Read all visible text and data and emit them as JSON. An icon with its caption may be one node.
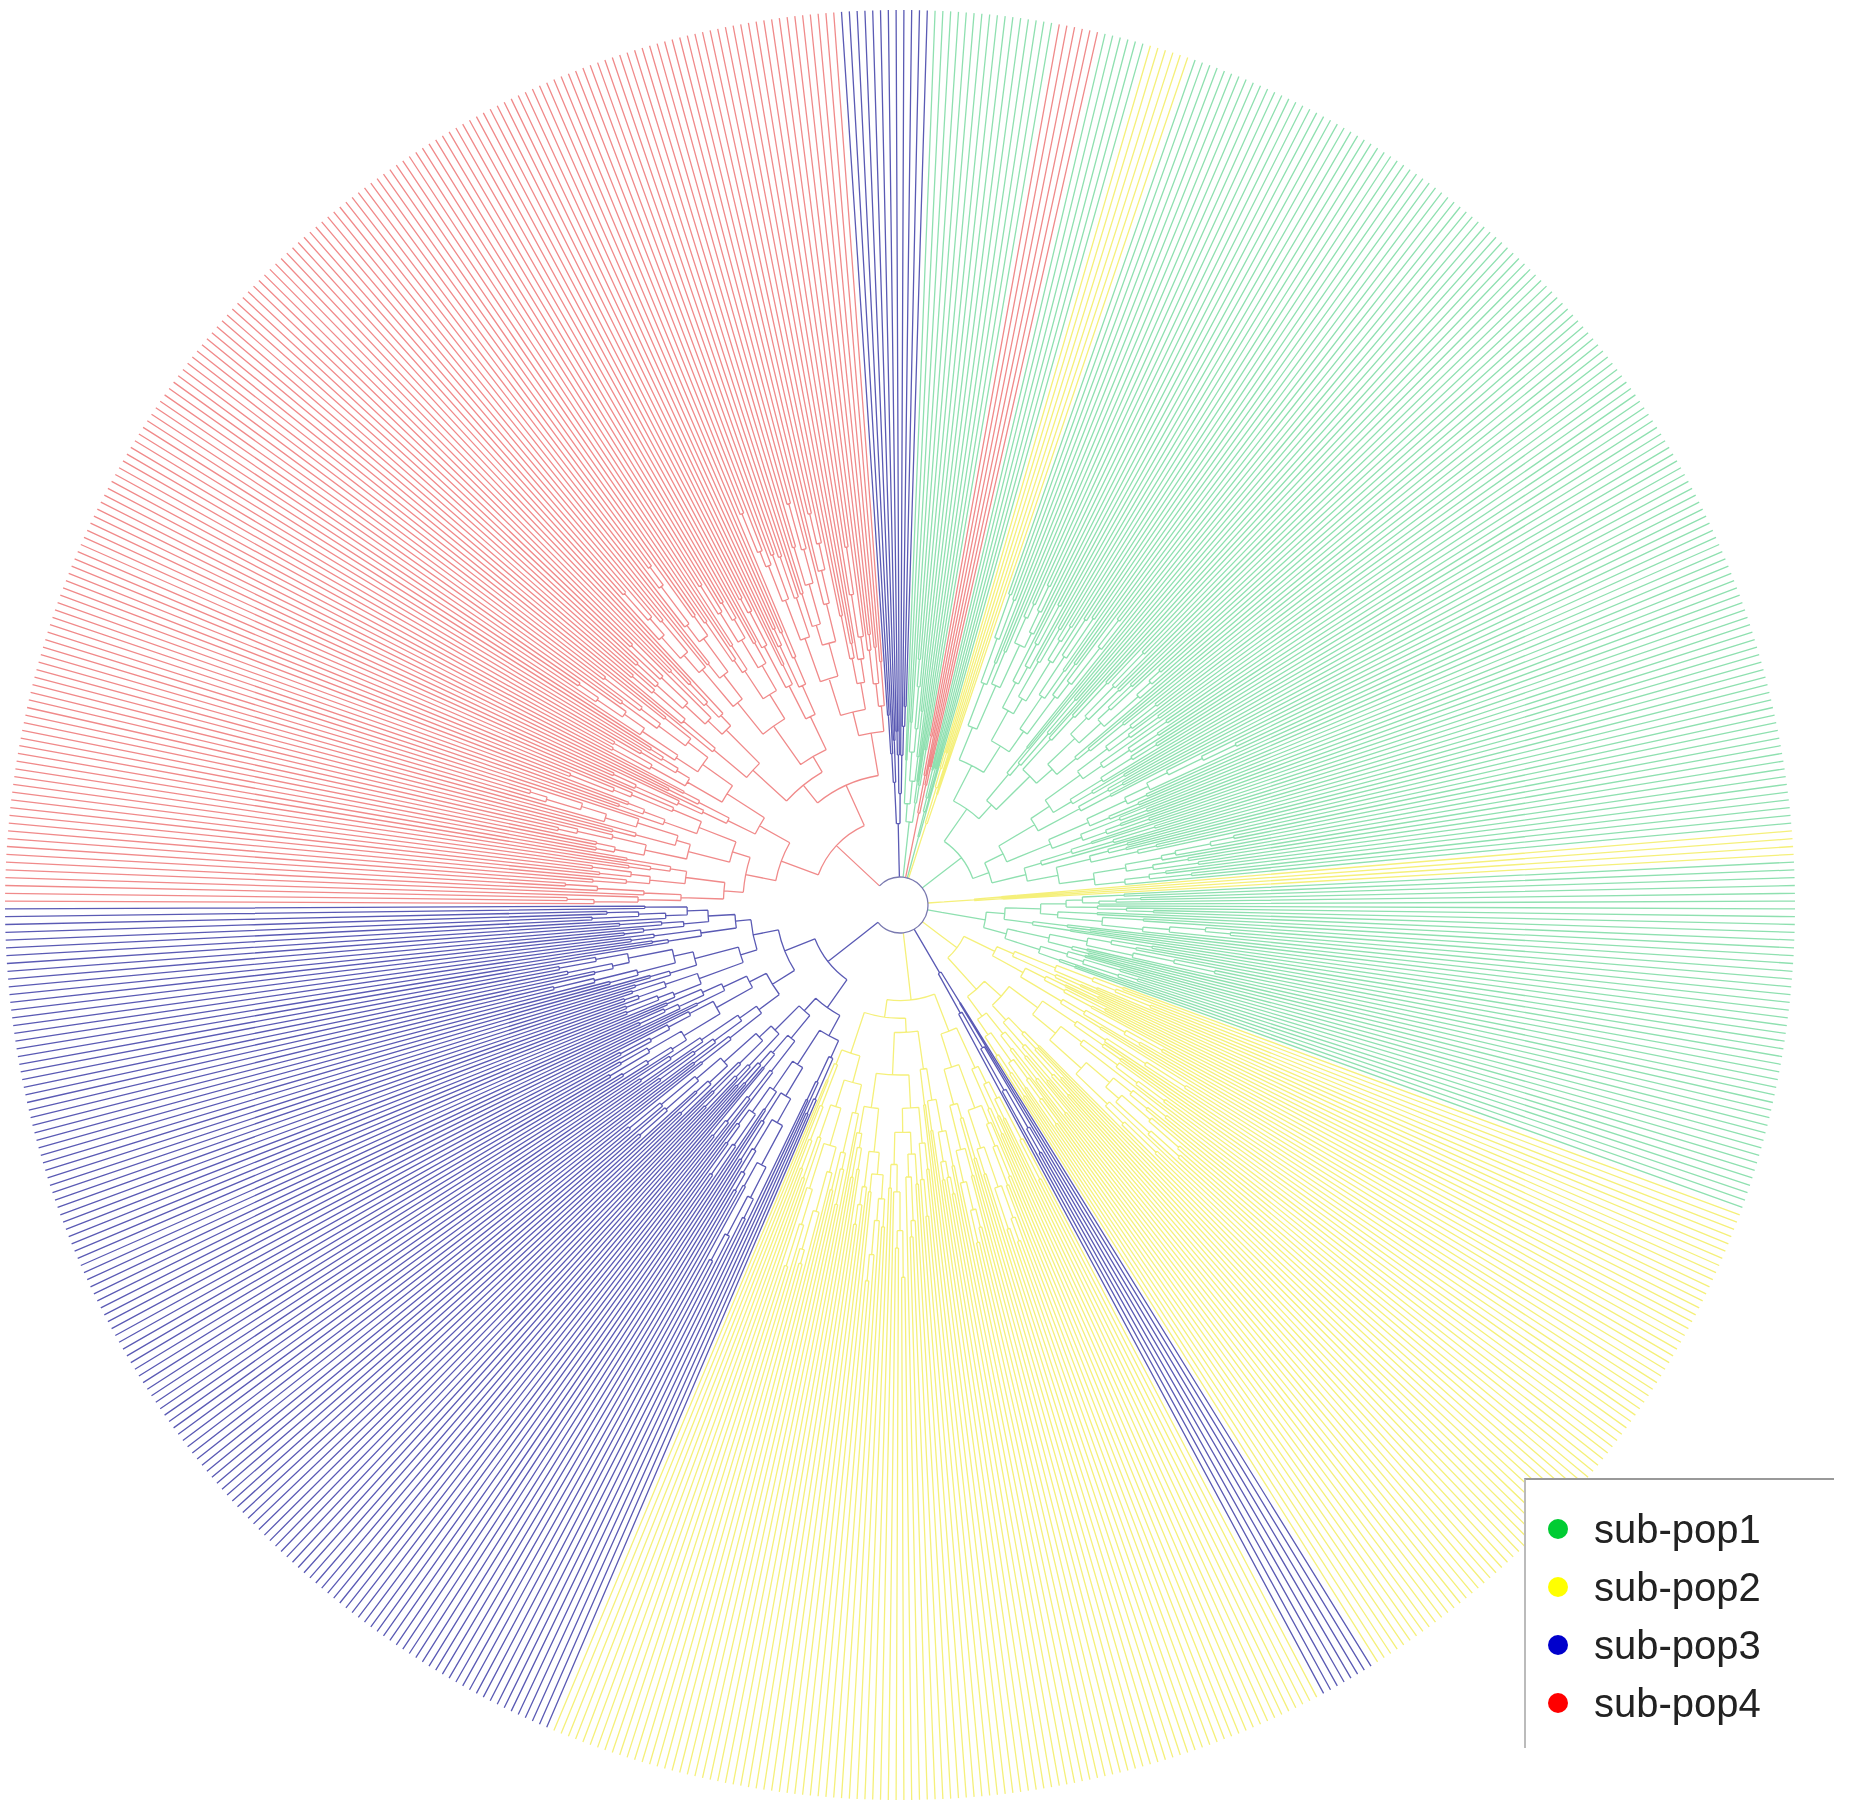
{
  "diagram": {
    "legend": [
      {
        "text": "sub-pop1",
        "color": "#00cc33"
      },
      {
        "text": "sub-pop2",
        "color": "#ffff00"
      },
      {
        "text": "sub-pop3",
        "color": "#0000cc"
      },
      {
        "text": "sub-pop4",
        "color": "#ff0000"
      }
    ]
  }
}
